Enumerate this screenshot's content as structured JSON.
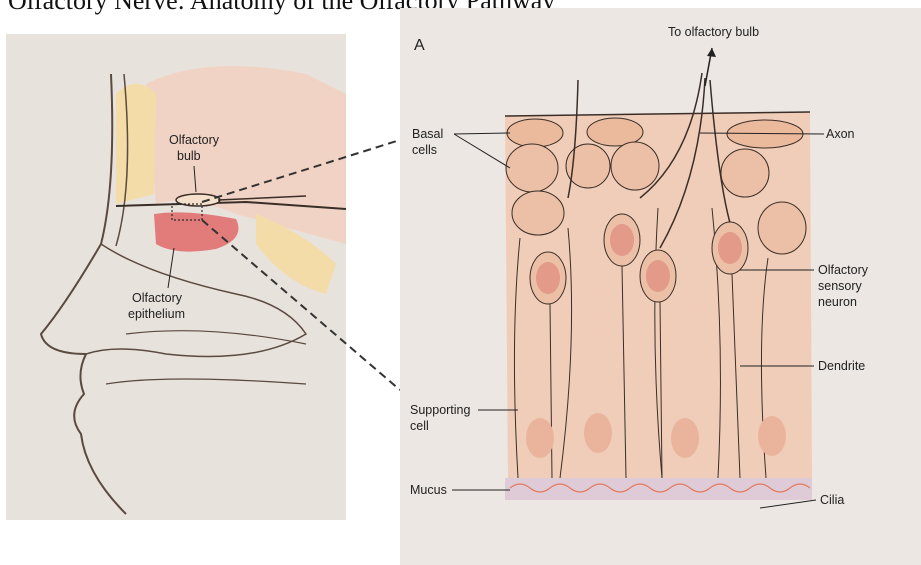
{
  "title": "Olfactory Nerve: Anatomy of the Olfactory Pathway",
  "left_panel": {
    "labels": {
      "bulb_line1": "Olfactory",
      "bulb_line2": "bulb",
      "epi_line1": "Olfactory",
      "epi_line2": "epithelium"
    }
  },
  "right_panel": {
    "panel_letter": "A",
    "labels": {
      "to_bulb": "To olfactory bulb",
      "basal_line1": "Basal",
      "basal_line2": "cells",
      "axon": "Axon",
      "osn_line1": "Olfactory",
      "osn_line2": "sensory",
      "osn_line3": "neuron",
      "dendrite": "Dendrite",
      "supporting_line1": "Supporting",
      "supporting_line2": "cell",
      "mucus": "Mucus",
      "cilia": "Cilia"
    }
  },
  "colors": {
    "panel_bg": "#e8e2dc",
    "tissue": "#f0cdb8",
    "nucleus": "#e49a88",
    "bone": "#f3d9a8"
  }
}
